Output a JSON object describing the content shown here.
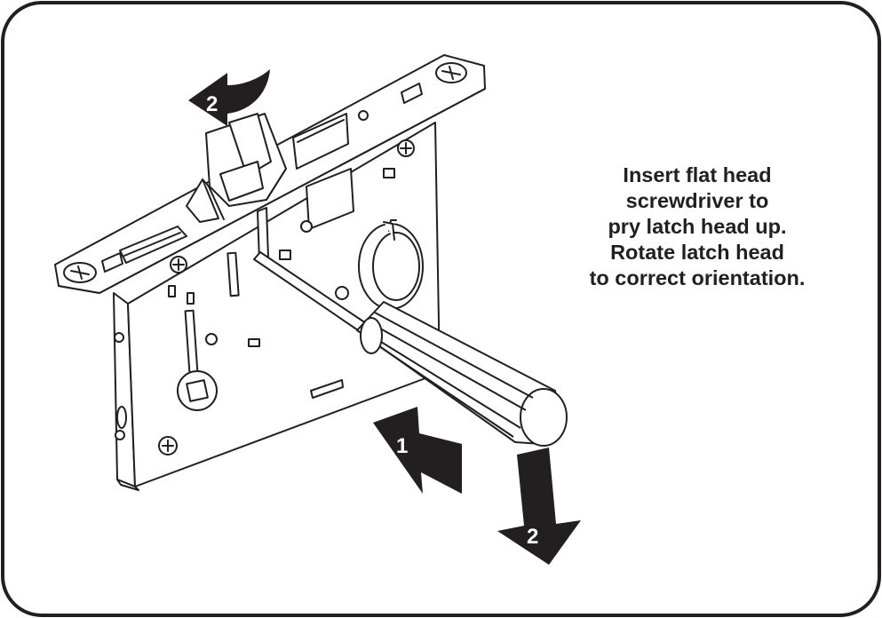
{
  "instruction": {
    "lines": [
      "Insert flat head",
      "screwdriver to",
      "pry latch head up.",
      "Rotate latch head",
      "to correct orientation."
    ]
  },
  "steps": {
    "insert_arrow": "1",
    "rotate_arrow": "2",
    "pry_arrow": "2"
  },
  "colors": {
    "ink": "#231f20",
    "background": "#ffffff"
  }
}
